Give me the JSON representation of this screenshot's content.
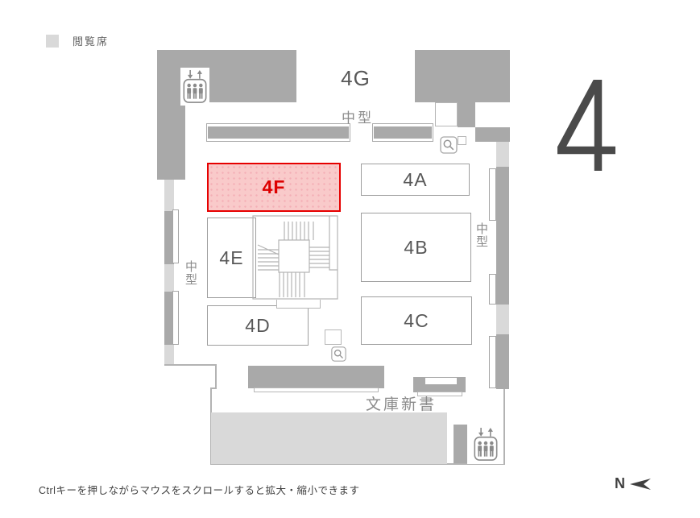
{
  "legend": {
    "swatch_color": "#d9d9d9",
    "label": "閲覧席"
  },
  "floor_indicator": {
    "number": "4"
  },
  "map": {
    "rooms": [
      {
        "label": "4G",
        "highlighted": false
      },
      {
        "label": "4A",
        "highlighted": false
      },
      {
        "label": "4B",
        "highlighted": false
      },
      {
        "label": "4C",
        "highlighted": false
      },
      {
        "label": "4D",
        "highlighted": false
      },
      {
        "label": "4E",
        "highlighted": false
      },
      {
        "label": "4F",
        "highlighted": true
      }
    ],
    "shelf_labels": {
      "top": "中型",
      "left": "中型",
      "right": "中型",
      "bottom": "文庫新書"
    },
    "colors": {
      "wall": "#a9a9a9",
      "seat": "#d9d9d9",
      "highlight_fill": "#f9caca",
      "highlight_border": "#e60000",
      "highlight_text": "#dd0000"
    }
  },
  "compass": {
    "label": "N"
  },
  "hint": "Ctrlキーを押しながらマウスをスクロールすると拡大・縮小できます"
}
